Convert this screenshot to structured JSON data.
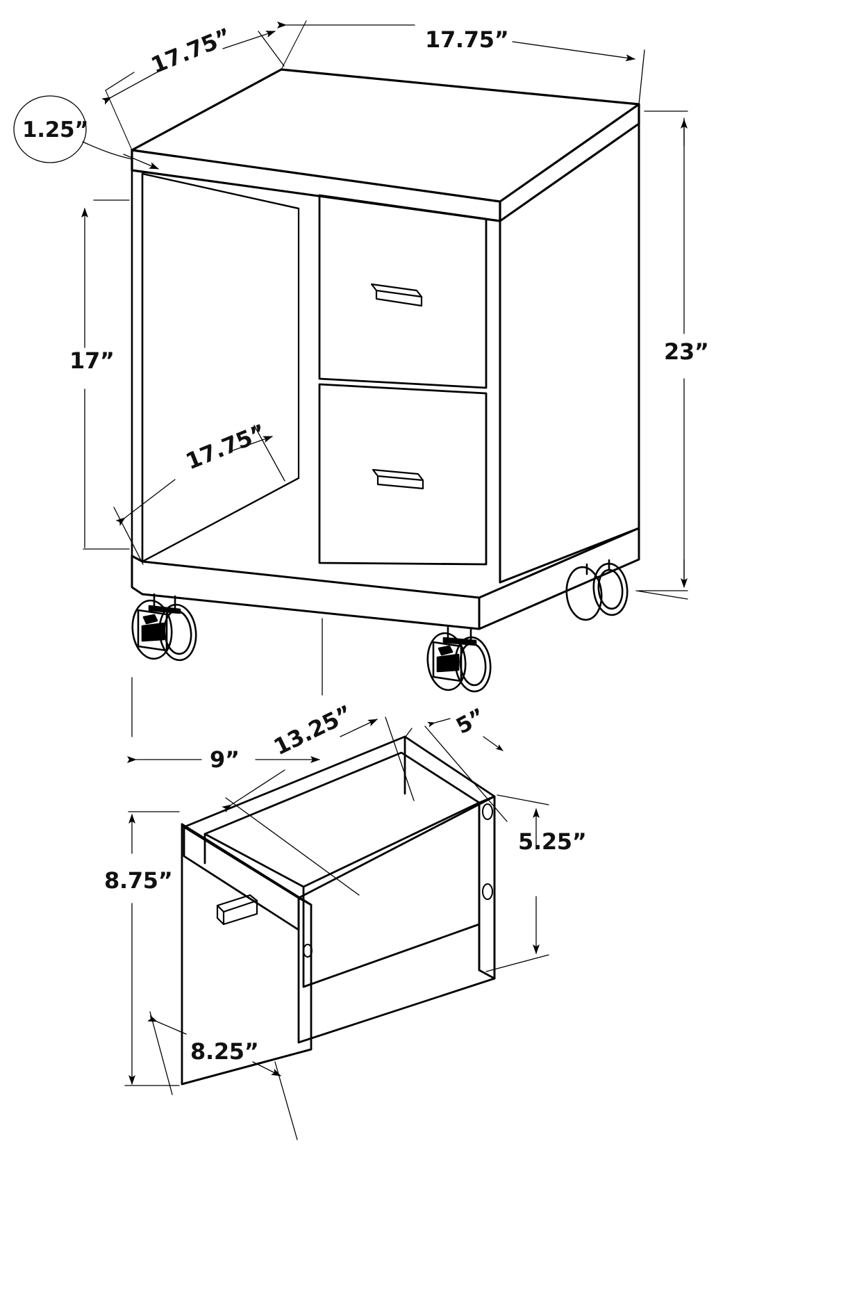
{
  "drawing": {
    "title": "Office cabinet with casters — dimensioned technical drawing",
    "units": "inches",
    "line_color": "#000000",
    "background_color": "#ffffff",
    "views": [
      {
        "name": "cabinet-assembly-view",
        "description": "Isometric view of two-drawer rolling office cabinet with open left side shelf and four casters"
      },
      {
        "name": "drawer-detail-view",
        "description": "Isometric view of a single removable drawer box with front panel handle"
      }
    ]
  },
  "cabinet": {
    "dim_top_left_depth": "17.75”",
    "dim_top_right_width": "17.75”",
    "dim_top_thickness_callout": "1.25”",
    "dim_left_height": "17”",
    "dim_right_total_height": "23”",
    "dim_interior_depth": "17.75”",
    "dim_caster_offset": "9”"
  },
  "drawer": {
    "dim_box_length": "13.25”",
    "dim_box_depth": "5”",
    "dim_box_height": "5.25”",
    "dim_front_height": "8.75”",
    "dim_front_width": "8.25”"
  }
}
